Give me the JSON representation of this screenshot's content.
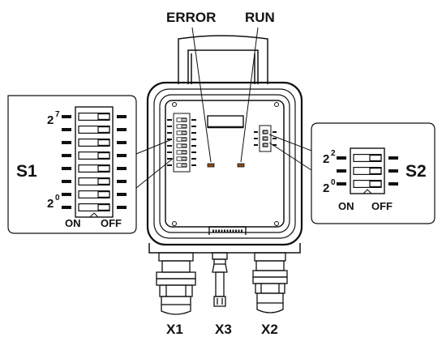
{
  "labels": {
    "error": "ERROR",
    "run": "RUN",
    "s1": "S1",
    "s2": "S2",
    "s1_on": "ON",
    "s1_off": "OFF",
    "s2_on": "ON",
    "s2_off": "OFF",
    "s1_top_base": "2",
    "s1_top_exp": "7",
    "s1_bottom_base": "2",
    "s1_bottom_exp": "0",
    "s2_top_base": "2",
    "s2_top_exp": "2",
    "s2_bottom_base": "2",
    "s2_bottom_exp": "0",
    "x1": "X1",
    "x3": "X3",
    "x2": "X2"
  },
  "switches": {
    "s1_positions": 8,
    "s2_positions": 3
  },
  "colors": {
    "line": "#111111",
    "led": "#8a4a1a"
  }
}
